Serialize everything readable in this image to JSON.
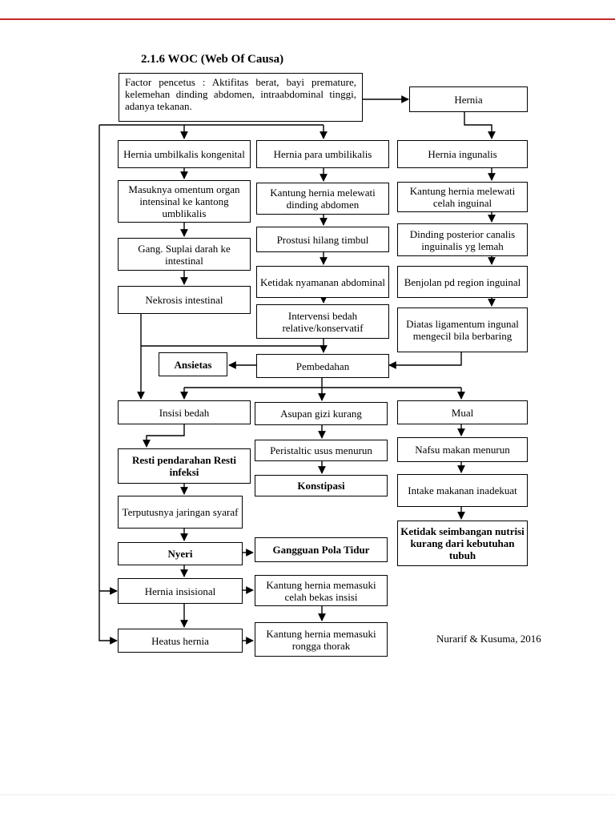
{
  "title": "2.1.6 WOC (Web Of Causa)",
  "citation": "Nurarif & Kusuma, 2016",
  "nodes": {
    "factor": "Factor pencetus : Aktifitas berat, bayi premature, kelemehan dinding abdomen, intraabdominal tinggi, adanya tekanan.",
    "hernia": "Hernia",
    "umbilikalis_kongenital": "Hernia umbilkalis kongenital",
    "para_umbilikalis": "Hernia para  umbilikalis",
    "ingunalis": "Hernia ingunalis",
    "masuknya_omentum": "Masuknya omentum organ intensinal ke kantong umblikalis",
    "kantung_abdomen": "Kantung hernia melewati dinding abdomen",
    "kantung_inguinal": "Kantung hernia melewati celah inguinal",
    "gang_suplai": "Gang. Suplai darah ke intestinal",
    "prostusi": "Prostusi hilang timbul",
    "dinding_posterior": "Dinding posterior canalis inguinalis yg lemah",
    "ketidak_nyamanan": "Ketidak nyamanan abdominal",
    "benjolan": "Benjolan pd region inguinal",
    "nekrosis": "Nekrosis intestinal",
    "intervensi": "Intervensi bedah relative/konservatif",
    "diatas_ligamentum": "Diatas ligamentum ingunal mengecil bila berbaring",
    "ansietas": "Ansietas",
    "pembedahan": "Pembedahan",
    "insisi": "Insisi bedah",
    "asupan": "Asupan gizi kurang",
    "mual": "Mual",
    "peristaltic": "Peristaltic usus menurun",
    "nafsu": "Nafsu makan menurun",
    "resti": "Resti pendarahan Resti infeksi",
    "konstipasi": "Konstipasi",
    "intake": "Intake makanan inadekuat",
    "terputusnya": "Terputusnya jaringan syaraf",
    "ketidak_seimbangan": "Ketidak seimbangan nutrisi kurang dari kebutuhan tubuh",
    "nyeri": "Nyeri",
    "gangguan_tidur": "Gangguan Pola Tidur",
    "hernia_insisional": "Hernia insisional",
    "kantung_insisi": "Kantung hernia memasuki celah bekas insisi",
    "heatus": "Heatus hernia",
    "kantung_thorak": "Kantung hernia memasuki rongga thorak"
  }
}
